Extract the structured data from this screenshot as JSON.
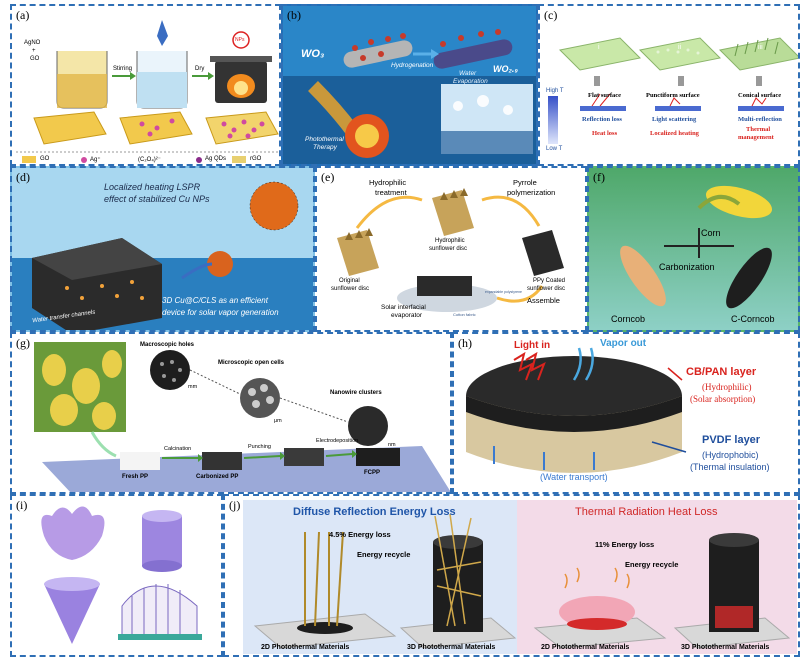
{
  "panels": {
    "a": {
      "label": "(a)",
      "reagent": [
        "AgNO",
        "+",
        "GO"
      ],
      "step1": "Stirring",
      "step2": "Dry",
      "nps": "NPs",
      "legend": [
        "GO",
        "Ag⁺",
        "(C₂O₄)²⁻",
        "Ag QDs",
        "rGO"
      ]
    },
    "b": {
      "label": "(b)",
      "wo3": "WO₃",
      "hydrogenation": "Hydrogenation",
      "wo29": "WO₂.₉",
      "water_evap": [
        "Water",
        "Evaporation"
      ],
      "therapy": [
        "Photothermal",
        "Therapy"
      ]
    },
    "c": {
      "label": "(c)",
      "roman": [
        "i",
        "ii",
        "iii"
      ],
      "high_t": "High T",
      "low_t": "Low T",
      "surfaces": [
        "Flat surface",
        "Punctiform surface",
        "Conical surface"
      ],
      "mechanisms": [
        "Reflection loss",
        "Light scattering",
        "Multi-reflection"
      ],
      "effects": [
        "Heat loss",
        "Localized heating",
        [
          "Thermal",
          "management"
        ]
      ]
    },
    "d": {
      "label": "(d)",
      "headline": [
        "Localized heating LSPR",
        "effect of stabilized Cu NPs"
      ],
      "channels": "Water transfer channels",
      "device": [
        "3D Cu@C/CLS as an efficient",
        "device for solar vapor generation"
      ]
    },
    "e": {
      "label": "(e)",
      "hydrophilic": [
        "Hydrophilic",
        "treatment"
      ],
      "pyrrole": [
        "Pyrrole",
        "polymerization"
      ],
      "hydro_disc": [
        "Hydrophilic",
        "sunflower disc"
      ],
      "orig_disc": [
        "Original",
        "sunflower disc"
      ],
      "ppy_disc": [
        "PPy Coated",
        "sunflower disc"
      ],
      "assemble": "Assemble",
      "solar": [
        "Solar interfacial",
        "evaporator"
      ],
      "small1": "expandable polystyrene",
      "small2": "Cotton fabric"
    },
    "f": {
      "label": "(f)",
      "corn": "Corn",
      "carbonization": "Carbonization",
      "corncob": "Corncob",
      "ccorncob": "C-Corncob"
    },
    "g": {
      "label": "(g)",
      "macro": "Macroscopic holes",
      "micro": "Microscopic open cells",
      "nano": "Nanowire clusters",
      "units": [
        "mm",
        "μm",
        "nm"
      ],
      "steps": [
        "Calcination",
        "Punching",
        "Electrodeposition"
      ],
      "materials": [
        "Fresh PP",
        "Carbonized PP",
        "FCPP"
      ]
    },
    "h": {
      "label": "(h)",
      "light_in": "Light in",
      "vapor_out": "Vapor out",
      "cb_pan": "CB/PAN layer",
      "hydrophilic": "(Hydrophilic)",
      "solar_abs": "(Solar absorption)",
      "pvdf": "PVDF layer",
      "hydrophobic": "(Hydrophobic)",
      "thermal_ins": "(Thermal insulation)",
      "water": "(Water transport)"
    },
    "i": {
      "label": "(i)"
    },
    "j": {
      "label": "(j)",
      "left_title": "Diffuse Reflection Energy Loss",
      "right_title": "Thermal Radiation Heat Loss",
      "loss1": "4.5% Energy loss",
      "recycle1": "Energy recycle",
      "loss2": "11% Energy loss",
      "recycle2": "Energy recycle",
      "mat2d": "2D Photothermal Materials",
      "mat3d": "3D Photothermal Materials"
    }
  },
  "colors": {
    "border": "#2f6fb5",
    "heat_red": "#d9231e",
    "blue_text": "#1f4e9c",
    "j_title_blue": "#1f55a8",
    "j_title_red": "#d02828"
  }
}
